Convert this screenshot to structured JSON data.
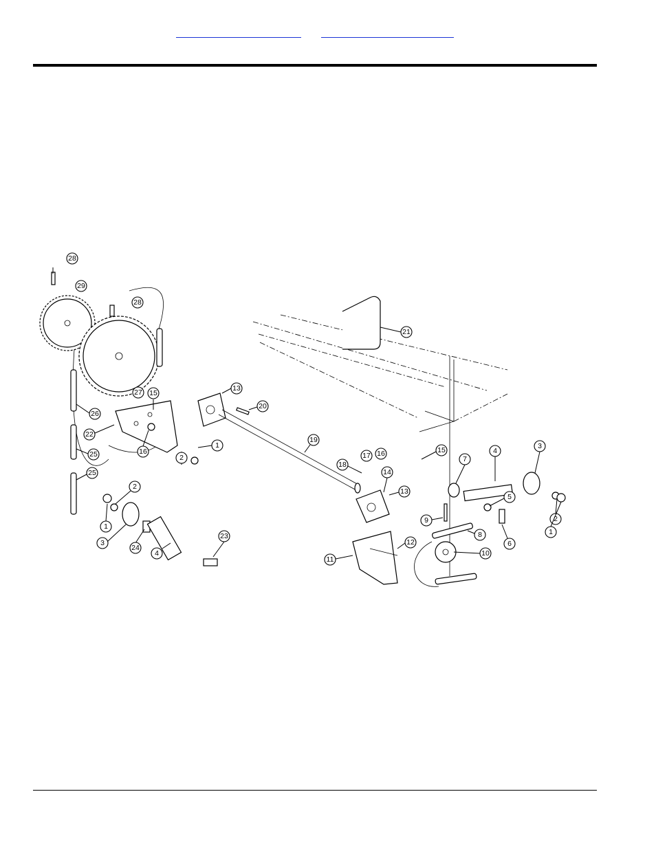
{
  "header": {
    "links": [
      {
        "label": ""
      },
      {
        "label": ""
      }
    ]
  },
  "diagram": {
    "callouts": [
      {
        "id": "c28a",
        "label": "28"
      },
      {
        "id": "c29",
        "label": "29"
      },
      {
        "id": "c28b",
        "label": "28"
      },
      {
        "id": "c21",
        "label": "21"
      },
      {
        "id": "c13a",
        "label": "13"
      },
      {
        "id": "c27",
        "label": "27"
      },
      {
        "id": "c15a",
        "label": "15"
      },
      {
        "id": "c20",
        "label": "20"
      },
      {
        "id": "c26",
        "label": "26"
      },
      {
        "id": "c22",
        "label": "22"
      },
      {
        "id": "c16a",
        "label": "16"
      },
      {
        "id": "c1a",
        "label": "1"
      },
      {
        "id": "c2a",
        "label": "2"
      },
      {
        "id": "c25a",
        "label": "25"
      },
      {
        "id": "c19",
        "label": "19"
      },
      {
        "id": "c17",
        "label": "17"
      },
      {
        "id": "c18",
        "label": "18"
      },
      {
        "id": "c16b",
        "label": "16"
      },
      {
        "id": "c15b",
        "label": "15"
      },
      {
        "id": "c14",
        "label": "14"
      },
      {
        "id": "c13b",
        "label": "13"
      },
      {
        "id": "c7",
        "label": "7"
      },
      {
        "id": "c4a",
        "label": "4"
      },
      {
        "id": "c3a",
        "label": "3"
      },
      {
        "id": "c25b",
        "label": "25"
      },
      {
        "id": "c2b",
        "label": "2"
      },
      {
        "id": "c1b",
        "label": "1"
      },
      {
        "id": "c3b",
        "label": "3"
      },
      {
        "id": "c24",
        "label": "24"
      },
      {
        "id": "c4b",
        "label": "4"
      },
      {
        "id": "c23",
        "label": "23"
      },
      {
        "id": "c9",
        "label": "9"
      },
      {
        "id": "c5",
        "label": "5"
      },
      {
        "id": "c2c",
        "label": "2"
      },
      {
        "id": "c1c",
        "label": "1"
      },
      {
        "id": "c8",
        "label": "8"
      },
      {
        "id": "c12",
        "label": "12"
      },
      {
        "id": "c11",
        "label": "11"
      },
      {
        "id": "c10",
        "label": "10"
      },
      {
        "id": "c6",
        "label": "6"
      }
    ]
  }
}
